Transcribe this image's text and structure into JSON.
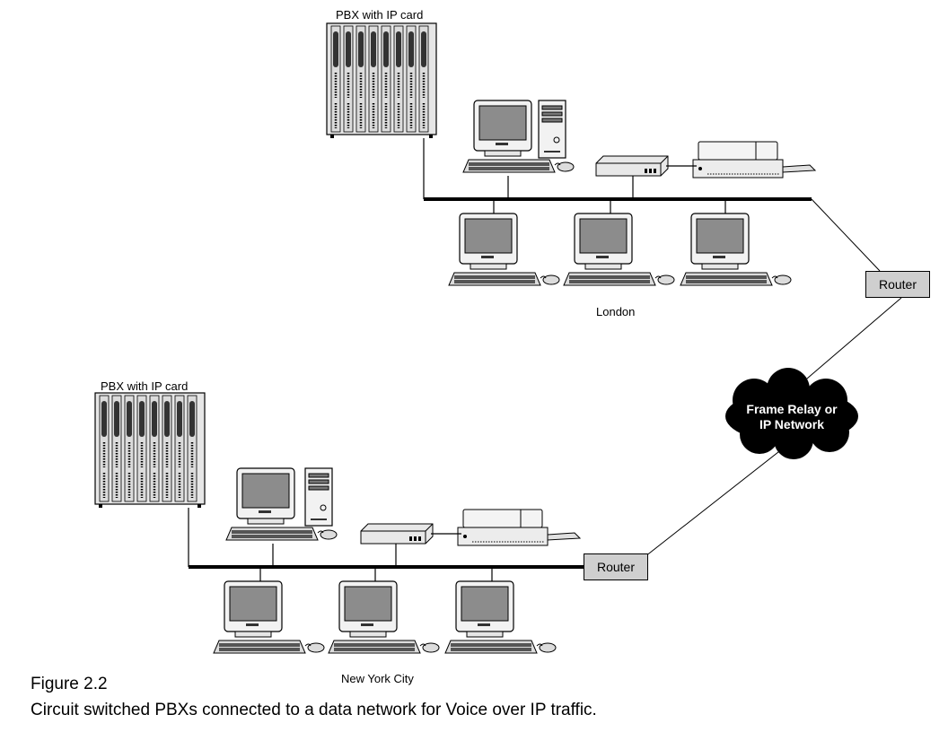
{
  "london": {
    "pbx_label": "PBX with IP card",
    "site_label": "London",
    "router_label": "Router"
  },
  "nyc": {
    "pbx_label": "PBX with IP card",
    "site_label": "New York City",
    "router_label": "Router"
  },
  "cloud": {
    "line1": "Frame Relay or",
    "line2": "IP Network"
  },
  "caption": {
    "figure": "Figure 2.2",
    "text": "Circuit switched PBXs connected to a data network for Voice over IP traffic."
  }
}
